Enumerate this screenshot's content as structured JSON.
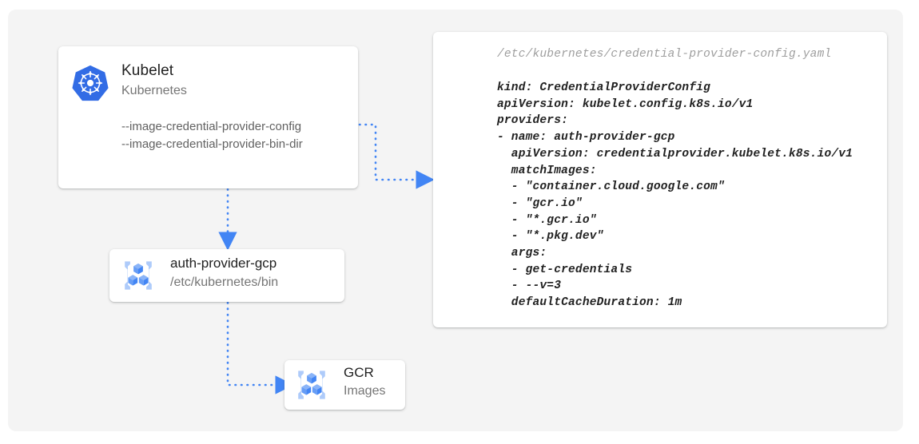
{
  "palette": {
    "background": "#ffffff",
    "panel": "#f4f4f4",
    "card": "#ffffff",
    "accent_blue": "#4285f4",
    "k8s_blue": "#326ce5",
    "icon_blue_light": "#8ab4f8",
    "text_primary": "#212121",
    "text_secondary": "#757575",
    "code_text": "#212121",
    "path_text": "#9e9e9e"
  },
  "nodes": {
    "kubelet": {
      "icon": "kubernetes-logo-icon",
      "title": "Kubelet",
      "subtitle": "Kubernetes",
      "flags": [
        "--image-credential-provider-config",
        "--image-credential-provider-bin-dir"
      ]
    },
    "auth_provider": {
      "icon": "container-registry-icon",
      "title": "auth-provider-gcp",
      "subtitle": "/etc/kubernetes/bin"
    },
    "gcr": {
      "icon": "container-registry-icon",
      "title": "GCR",
      "subtitle": "Images"
    }
  },
  "yaml_card": {
    "path": "/etc/kubernetes/credential-provider-config.yaml",
    "lines": [
      "kind: CredentialProviderConfig",
      "apiVersion: kubelet.config.k8s.io/v1",
      "providers:",
      "- name: auth-provider-gcp",
      "  apiVersion: credentialprovider.kubelet.k8s.io/v1",
      "  matchImages:",
      "  - \"container.cloud.google.com\"",
      "  - \"gcr.io\"",
      "  - \"*.gcr.io\"",
      "  - \"*.pkg.dev\"",
      "  args:",
      "  - get-credentials",
      "  - --v=3",
      "  defaultCacheDuration: 1m"
    ]
  },
  "connectors": [
    {
      "name": "kubelet-to-yaml",
      "from": "kubelet.flag-config",
      "to": "yaml-card",
      "style": "dotted",
      "arrowhead": "right"
    },
    {
      "name": "kubelet-to-auth-provider",
      "from": "kubelet",
      "to": "auth_provider",
      "style": "dotted",
      "arrowhead": "down"
    },
    {
      "name": "auth-provider-to-gcr",
      "from": "auth_provider",
      "to": "gcr",
      "style": "dotted",
      "arrowhead": "right"
    }
  ]
}
